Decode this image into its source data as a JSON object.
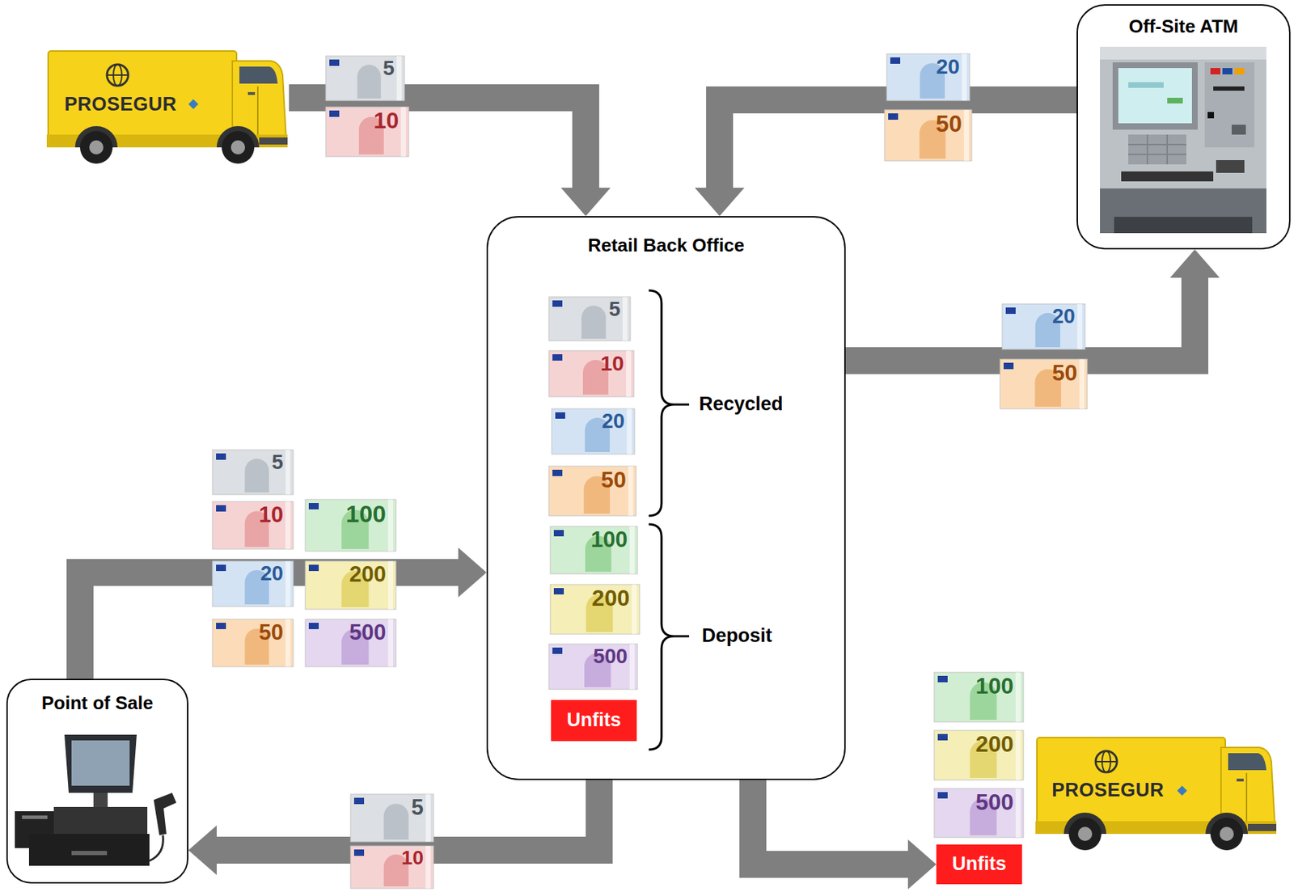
{
  "diagram": {
    "nodes": [
      {
        "text": [
          "PROSEGUR"
        ]
      },
      {
        "text": [
          "Off-Site ATM"
        ]
      },
      {
        "text": [
          "Retail Back Office"
        ]
      },
      {
        "text": [
          "Unfits"
        ],
        "in": 2
      },
      {
        "text": [
          "Point of Sale"
        ]
      },
      {
        "text": [
          "Unfits"
        ]
      },
      {
        "text": [
          "PROSEGUR"
        ]
      }
    ],
    "edges": [
      {
        "from": 0,
        "to": 2,
        "arrow": "to"
      },
      {
        "from": 1,
        "to": 2,
        "arrow": "to"
      },
      {
        "from": 2,
        "to": 1,
        "arrow": "to"
      },
      {
        "from": 4,
        "to": 2,
        "arrow": "to"
      },
      {
        "from": 2,
        "to": 4,
        "arrow": "to"
      },
      {
        "from": 2,
        "to": 5,
        "arrow": "to"
      }
    ],
    "labels": [
      "5",
      "10",
      "20",
      "50",
      "5",
      "10",
      "20",
      "50",
      "100",
      "200",
      "500",
      "Recycled",
      "Deposit",
      "20",
      "50",
      "5",
      "10",
      "100",
      "20",
      "200",
      "50",
      "500",
      "100",
      "200",
      "500",
      "5",
      "10"
    ]
  }
}
